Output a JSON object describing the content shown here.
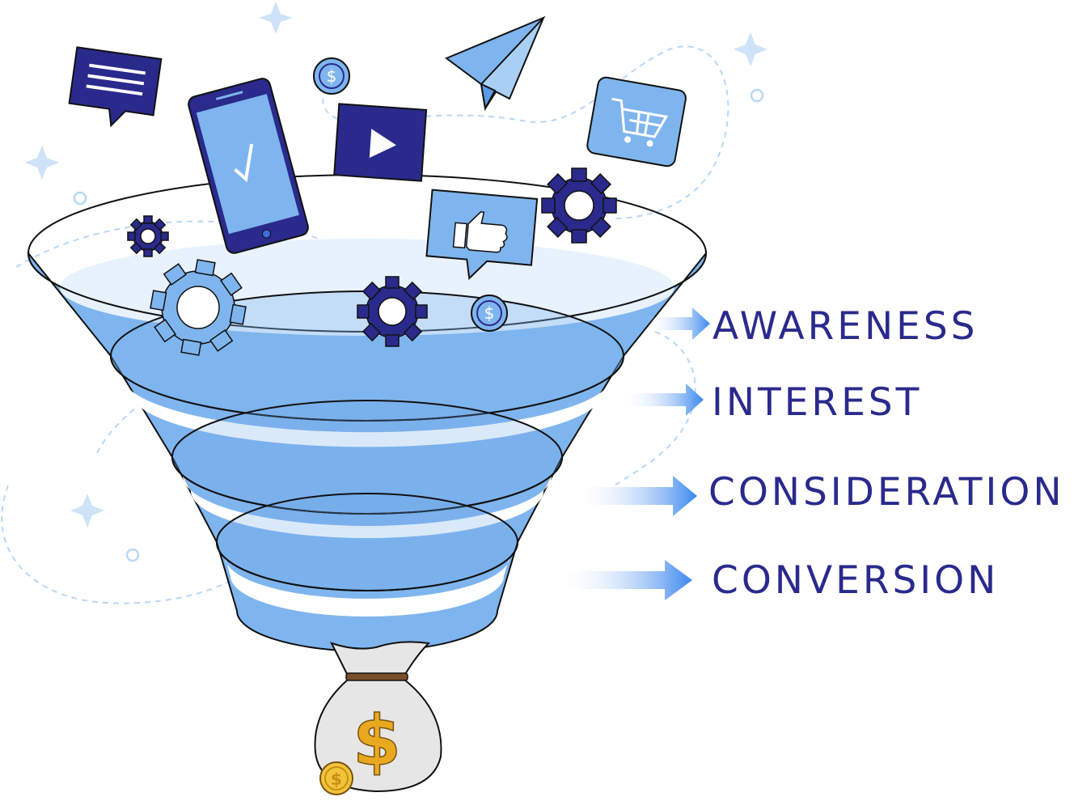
{
  "funnel": {
    "stages": [
      {
        "id": "awareness",
        "label": "AWARENESS"
      },
      {
        "id": "interest",
        "label": "INTEREST"
      },
      {
        "id": "consideration",
        "label": "CONSIDERATION"
      },
      {
        "id": "conversion",
        "label": "CONVERSION"
      }
    ]
  },
  "icons": [
    "chat-bubble-icon",
    "smartphone-check-icon",
    "dollar-coin-icon",
    "play-button-icon",
    "paper-plane-icon",
    "shopping-cart-icon",
    "thumbs-up-icon",
    "gear-icon",
    "money-bag-icon",
    "sparkle-icon"
  ],
  "money_bag": {
    "symbol": "$"
  },
  "colors": {
    "navy": "#2a2a8c",
    "light_blue": "#7fb5ee",
    "mid_blue": "#5a9be6",
    "pale_blue": "#e8f2fd",
    "gold": "#e9a91f"
  }
}
